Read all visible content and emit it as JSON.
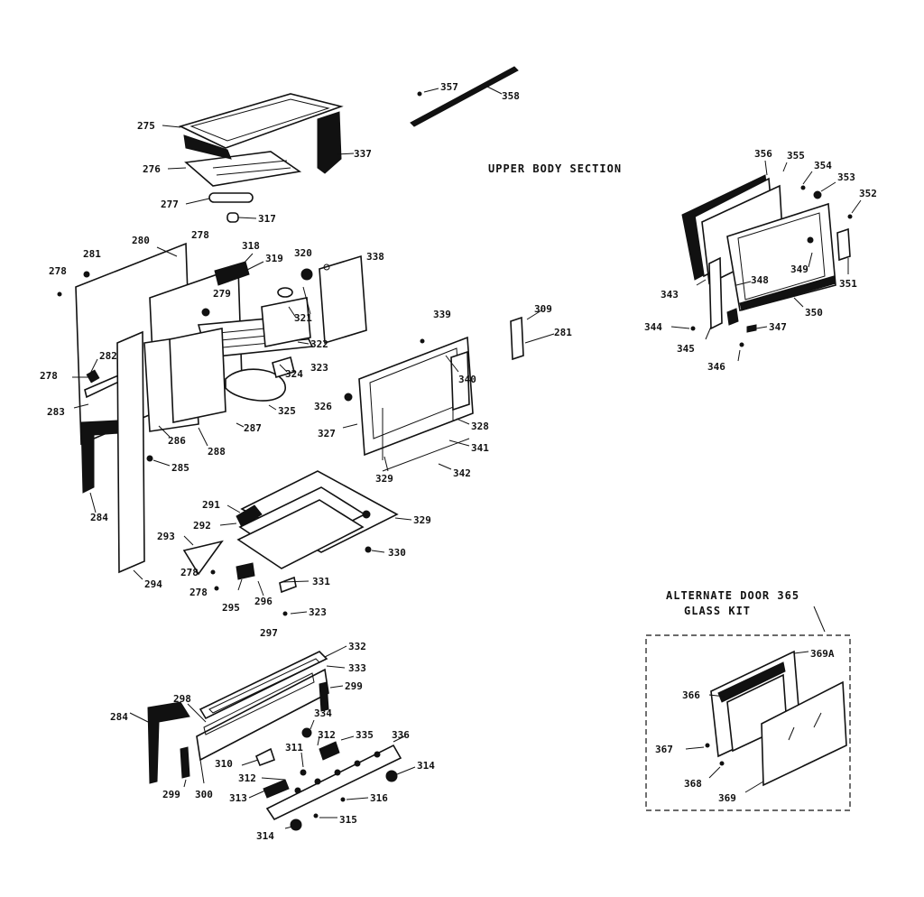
{
  "section_title": "UPPER BODY SECTION",
  "kit_title_line1": "ALTERNATE DOOR 365",
  "kit_title_line2": "GLASS KIT",
  "labels": {
    "p275": "275",
    "p276": "276",
    "p277": "277",
    "p278a": "278",
    "p317": "317",
    "p337": "337",
    "p357": "357",
    "p358": "358",
    "p280": "280",
    "p281a": "281",
    "p279": "279",
    "p282": "282",
    "p278b": "278",
    "p283": "283",
    "p284a": "284",
    "p285": "285",
    "p286": "286",
    "p288": "288",
    "p287": "287",
    "p318": "318",
    "p319": "319",
    "p320": "320",
    "p321": "321",
    "p322": "322",
    "p323a": "323",
    "p324": "324",
    "p325": "325",
    "p326": "326",
    "p338": "338",
    "p339": "339",
    "p309": "309",
    "p281b": "281",
    "p340": "340",
    "p327": "327",
    "p328": "328",
    "p341": "341",
    "p329a": "329",
    "p342": "342",
    "p356": "356",
    "p355": "355",
    "p354": "354",
    "p353": "353",
    "p352": "352",
    "p343": "343",
    "p348": "348",
    "p349": "349",
    "p351": "351",
    "p350": "350",
    "p344": "344",
    "p345": "345",
    "p347": "347",
    "p346": "346",
    "p291": "291",
    "p292": "292",
    "p329b": "329",
    "p293": "293",
    "p330": "330",
    "p294": "294",
    "p278c": "278",
    "p278d": "278",
    "p295": "295",
    "p296": "296",
    "p331": "331",
    "p297": "297",
    "p323b": "323",
    "p332": "332",
    "p333": "333",
    "p299a": "299",
    "p284b": "284",
    "p298": "298",
    "p334": "334",
    "p312a": "312",
    "p335": "335",
    "p336": "336",
    "p310": "310",
    "p311": "311",
    "p312b": "312",
    "p314a": "314",
    "p313": "313",
    "p316": "316",
    "p299b": "299",
    "p300": "300",
    "p315": "315",
    "p314b": "314",
    "p369A": "369A",
    "p366": "366",
    "p367": "367",
    "p368": "368",
    "p369": "369"
  }
}
